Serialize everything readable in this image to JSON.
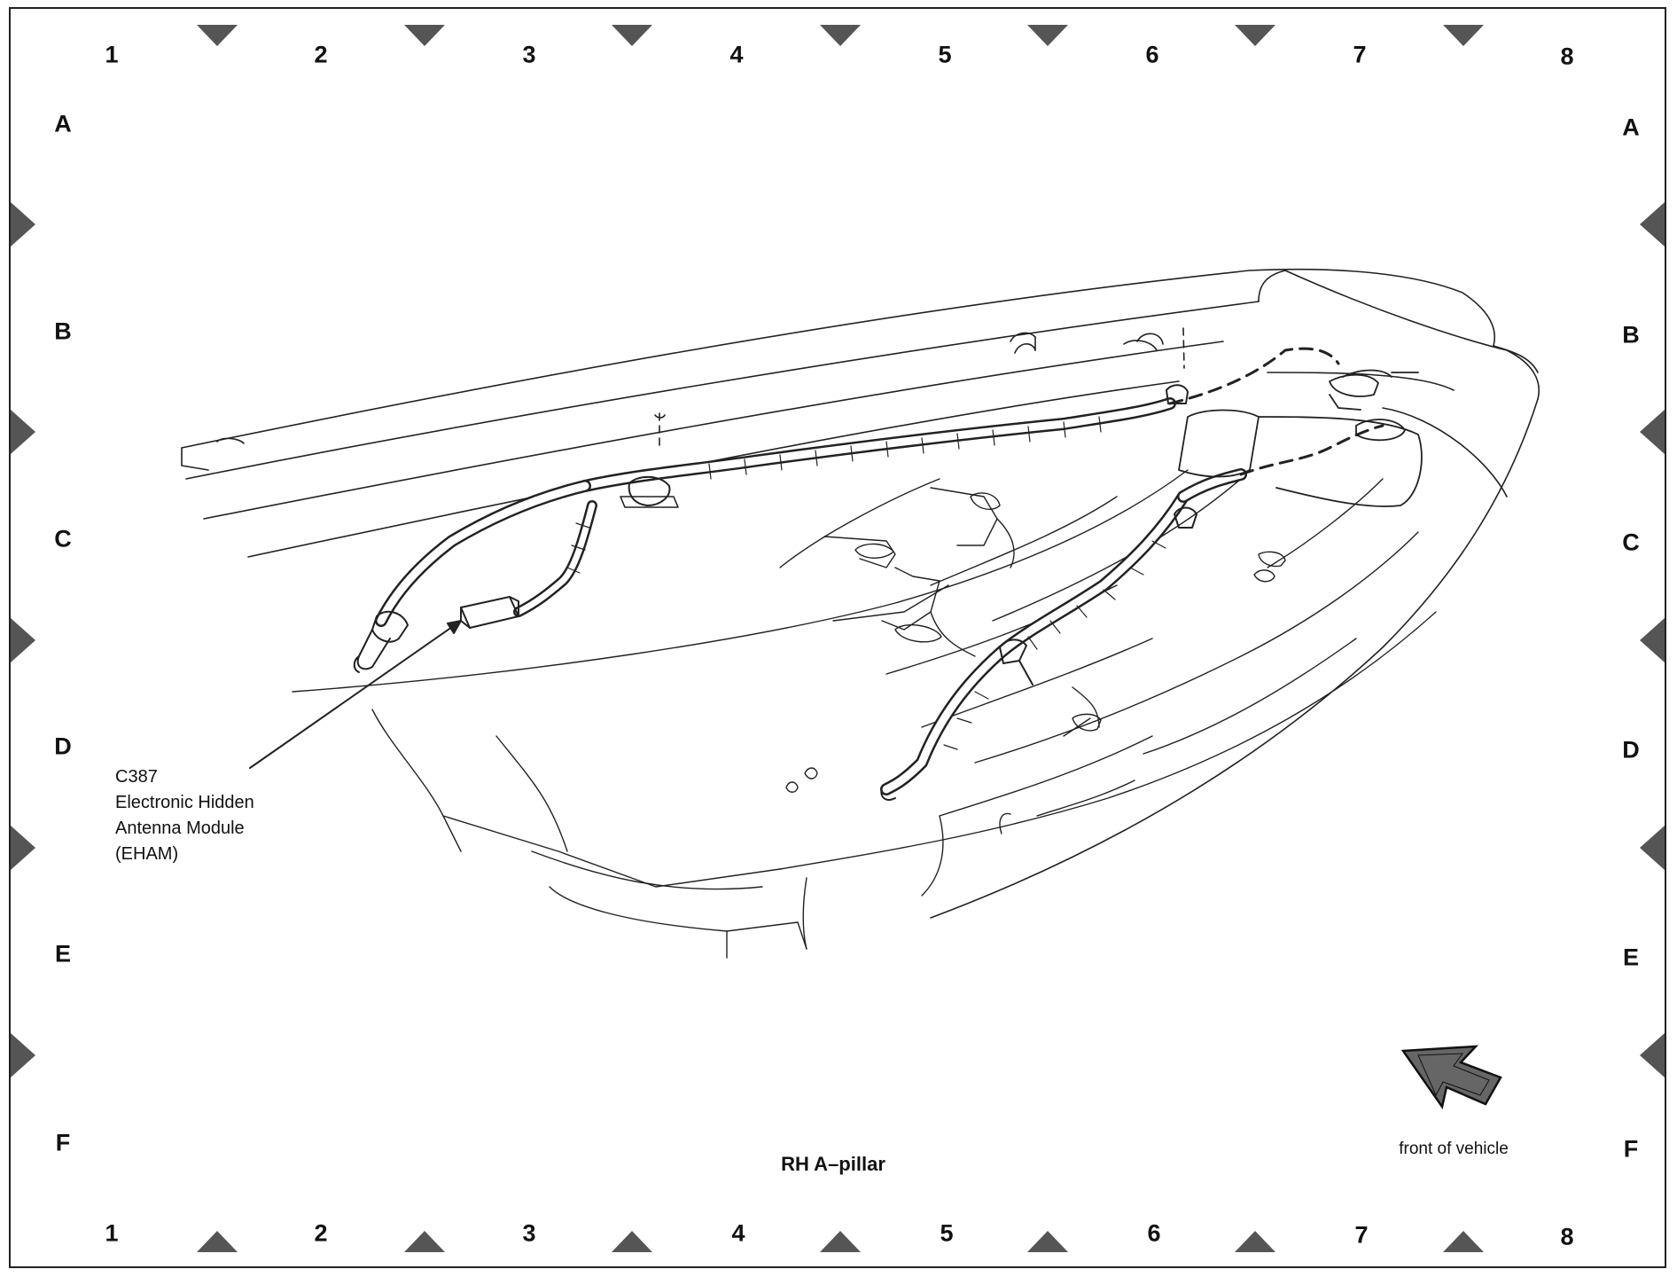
{
  "grid": {
    "columns": [
      "1",
      "2",
      "3",
      "4",
      "5",
      "6",
      "7",
      "8"
    ],
    "rows": [
      "A",
      "B",
      "C",
      "D",
      "E",
      "F"
    ]
  },
  "callout": {
    "connector_id": "C387",
    "line1": "Electronic Hidden",
    "line2": "Antenna Module",
    "line3": "(EHAM)"
  },
  "caption": "RH A–pillar",
  "orientation": {
    "label": "front of vehicle",
    "icon": "front-direction-arrow-icon"
  },
  "colors": {
    "line": "#222222",
    "marker": "#555555"
  }
}
